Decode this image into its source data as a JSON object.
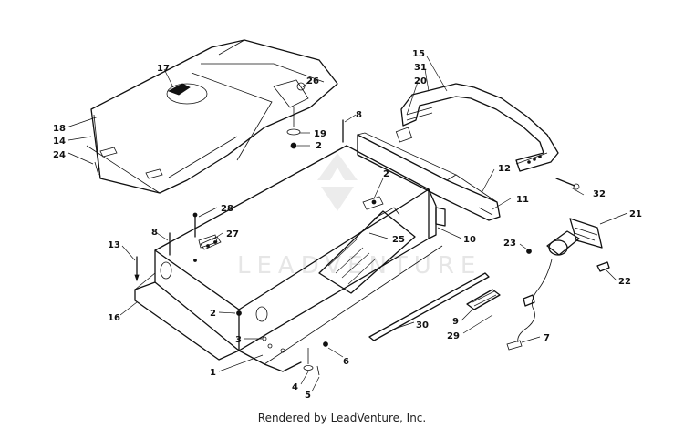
{
  "watermark": "LEADVENTURE",
  "footer": "Rendered by LeadVenture, Inc.",
  "callouts": {
    "c1": "1",
    "c2a": "2",
    "c2b": "2",
    "c2c": "2",
    "c3": "3",
    "c4": "4",
    "c5": "5",
    "c6": "6",
    "c7": "7",
    "c8a": "8",
    "c8b": "8",
    "c9": "9",
    "c10": "10",
    "c11": "11",
    "c12": "12",
    "c13": "13",
    "c14": "14",
    "c15": "15",
    "c16": "16",
    "c17": "17",
    "c18": "18",
    "c19": "19",
    "c20": "20",
    "c21": "21",
    "c22": "22",
    "c23": "23",
    "c24": "24",
    "c25": "25",
    "c26": "26",
    "c27": "27",
    "c28": "28",
    "c29": "29",
    "c30": "30",
    "c31": "31",
    "c32": "32"
  }
}
